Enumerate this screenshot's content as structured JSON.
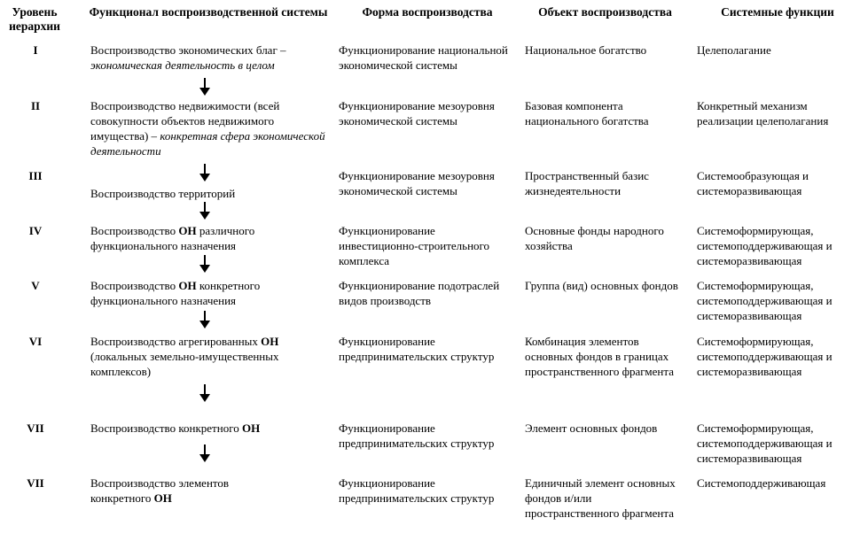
{
  "headers": {
    "level": "Уровень иерархии",
    "func": "Функционал воспроизводственной системы",
    "form": "Форма воспроизводства",
    "object": "Объект воспроизводства",
    "sys": "Системные функции"
  },
  "rows": [
    {
      "level": "I",
      "func_a": "Воспроизводство экономических благ – ",
      "func_b": "экономическая деятельность в целом",
      "func_c": "",
      "form": "Функционирование национальной экономической системы",
      "object": "Национальное богатство",
      "sys": "Целеполагание"
    },
    {
      "level": "II",
      "func_a": "Воспроизводство недвижимости (всей совокупности объектов недвижимого имущества) – ",
      "func_b": "конкретная сфера экономической деятельности",
      "func_c": "",
      "form": "Функционирование мезоуровня экономической системы",
      "object": "Базовая компонента национального богатства",
      "sys": "Конкретный механизм реализации целеполагания"
    },
    {
      "level": "III",
      "func_a": "Воспроизводство территорий",
      "func_b": "",
      "func_c": "",
      "form": "Функционирование мезоуровня экономической системы",
      "object": "Пространственный базис жизнедеятельности",
      "sys": "Системообразующая и системоразвивающая"
    },
    {
      "level": "IV",
      "func_a": "Воспроизводство ",
      "func_b": "ОН",
      "func_c": " различного функционального назначения",
      "form": "Функционирование инвестиционно-строительного комплекса",
      "object": "Основные фонды народного хозяйства",
      "sys": "Системоформирующая, системоподдерживающая и системоразвивающая"
    },
    {
      "level": "V",
      "func_a": "Воспроизводство ",
      "func_b": "ОН",
      "func_c": " конкретного функционального назначения",
      "form": "Функционирование подотраслей видов производств",
      "object": "Группа (вид) основных фондов",
      "sys": "Системоформирующая, системоподдерживающая и системоразвивающая"
    },
    {
      "level": "VI",
      "func_a": "Воспроизводство агрегированных ",
      "func_b": "ОН",
      "func_c": " (локальных земельно-имущественных комплексов)",
      "form": "Функционирование предпринимательских структур",
      "object": "Комбинация элементов основных фондов в границах пространственного фрагмента",
      "sys": "Системоформирующая, системоподдерживающая и системоразвивающая"
    },
    {
      "level": "VII",
      "func_a": "Воспроизводство конкретного ",
      "func_b": "ОН",
      "func_c": "",
      "form": "Функционирование предпринимательских структур",
      "object": "Элемент основных фондов",
      "sys": "Системоформирующая, системоподдерживающая и системоразвивающая"
    },
    {
      "level": "VII",
      "func_a": "Воспроизводство элементов конкретного ",
      "func_b": "ОН",
      "func_c": "",
      "form": "Функционирование предпринимательских структур",
      "object": "Единичный элемент основных фондов и/или пространственного фрагмента",
      "sys": "Системоподдерживающая"
    }
  ]
}
